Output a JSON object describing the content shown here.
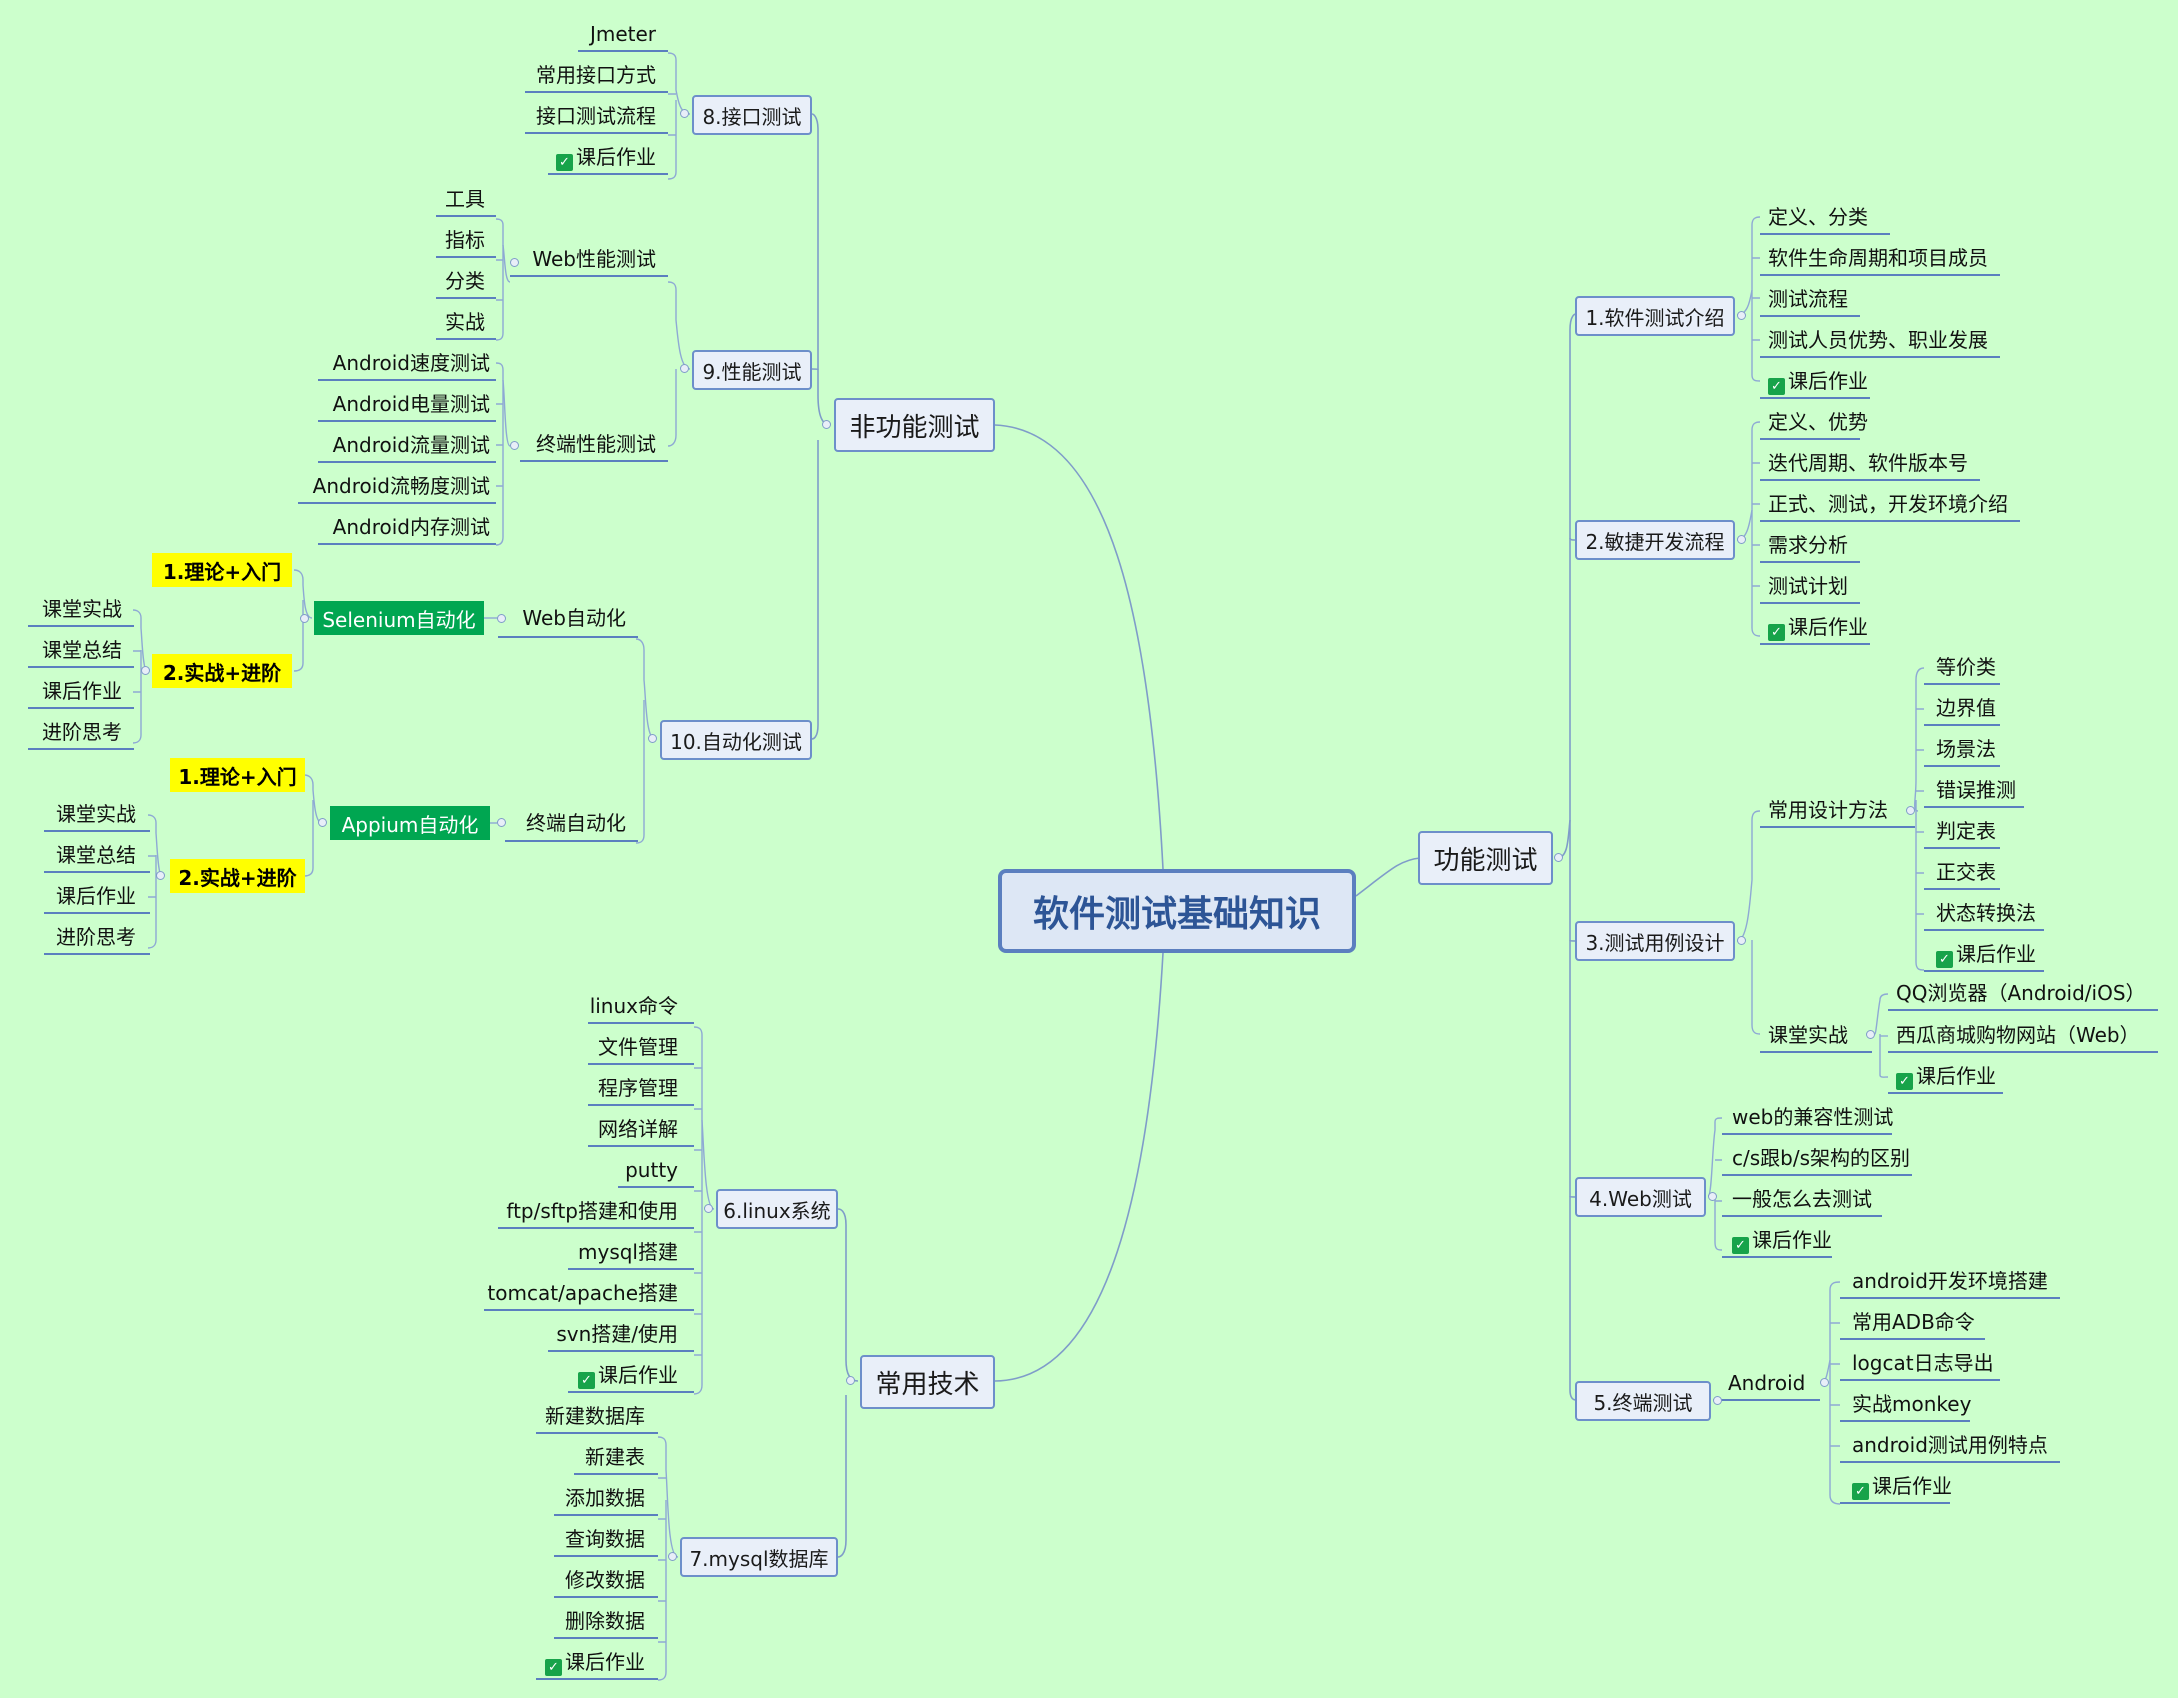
{
  "root": "软件测试基础知识",
  "func": {
    "title": "功能测试",
    "s1": {
      "title": "1.软件测试介绍",
      "items": [
        "定义、分类",
        "软件生命周期和项目成员",
        "测试流程",
        "测试人员优势、职业发展",
        "课后作业"
      ]
    },
    "s2": {
      "title": "2.敏捷开发流程",
      "items": [
        "定义、优势",
        "迭代周期、软件版本号",
        "正式、测试，开发环境介绍",
        "需求分析",
        "测试计划",
        "课后作业"
      ]
    },
    "s3": {
      "title": "3.测试用例设计",
      "g1": {
        "title": "常用设计方法",
        "items": [
          "等价类",
          "边界值",
          "场景法",
          "错误推测",
          "判定表",
          "正交表",
          "状态转换法",
          "课后作业"
        ]
      },
      "g2": {
        "title": "课堂实战",
        "items": [
          "QQ浏览器（Android/iOS）",
          "西瓜商城购物网站（Web）",
          "课后作业"
        ]
      }
    },
    "s4": {
      "title": "4.Web测试",
      "items": [
        "web的兼容性测试",
        "c/s跟b/s架构的区别",
        "一般怎么去测试",
        "课后作业"
      ]
    },
    "s5": {
      "title": "5.终端测试",
      "g": {
        "title": "Android",
        "items": [
          "android开发环境搭建",
          "常用ADB命令",
          "logcat日志导出",
          "实战monkey",
          "android测试用例特点",
          "课后作业"
        ]
      }
    }
  },
  "nonfunc": {
    "title": "非功能测试",
    "s8": {
      "title": "8.接口测试",
      "items": [
        "Jmeter",
        "常用接口方式",
        "接口测试流程",
        "课后作业"
      ]
    },
    "s9": {
      "title": "9.性能测试",
      "g1": {
        "title": "Web性能测试",
        "items": [
          "工具",
          "指标",
          "分类",
          "实战"
        ]
      },
      "g2": {
        "title": "终端性能测试",
        "items": [
          "Android速度测试",
          "Android电量测试",
          "Android流量测试",
          "Android流畅度测试",
          "Android内存测试"
        ]
      }
    },
    "s10": {
      "title": "10.自动化测试",
      "web": {
        "title": "Web自动化",
        "tool": "Selenium自动化",
        "y1": "1.理论+入门",
        "y2": "2.实战+进阶",
        "items": [
          "课堂实战",
          "课堂总结",
          "课后作业",
          "进阶思考"
        ]
      },
      "mob": {
        "title": "终端自动化",
        "tool": "Appium自动化",
        "y1": "1.理论+入门",
        "y2": "2.实战+进阶",
        "items": [
          "课堂实战",
          "课堂总结",
          "课后作业",
          "进阶思考"
        ]
      }
    }
  },
  "tech": {
    "title": "常用技术",
    "s6": {
      "title": "6.linux系统",
      "items": [
        "linux命令",
        "文件管理",
        "程序管理",
        "网络详解",
        "putty",
        "ftp/sftp搭建和使用",
        "mysql搭建",
        "tomcat/apache搭建",
        "svn搭建/使用",
        "课后作业"
      ]
    },
    "s7": {
      "title": "7.mysql数据库",
      "items": [
        "新建数据库",
        "新建表",
        "添加数据",
        "查询数据",
        "修改数据",
        "删除数据",
        "课后作业"
      ]
    }
  },
  "colors": {
    "background": "#ccffcc",
    "line": "#5b7fbf",
    "rootText": "#2d5596",
    "green": "#00a651",
    "yellow": "#ffff00",
    "check": "#17a34a"
  }
}
